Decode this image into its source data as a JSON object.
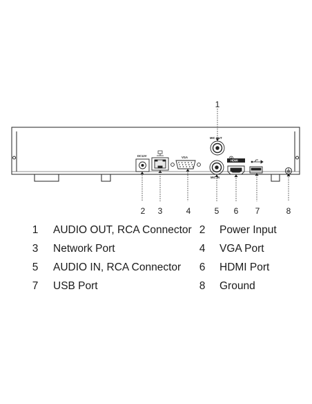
{
  "callouts": [
    "1",
    "2",
    "3",
    "4",
    "5",
    "6",
    "7",
    "8"
  ],
  "panel_labels": {
    "dc": "DC12V",
    "vga": "VGA",
    "mic_out": "MIC OUT",
    "mic_in": "MIC IN",
    "hdmi": "HDMI"
  },
  "legend": [
    {
      "num": "1",
      "text": "AUDIO OUT, RCA Connector"
    },
    {
      "num": "2",
      "text": "Power Input"
    },
    {
      "num": "3",
      "text": "Network Port"
    },
    {
      "num": "4",
      "text": "VGA Port"
    },
    {
      "num": "5",
      "text": "AUDIO IN, RCA Connector"
    },
    {
      "num": "6",
      "text": "HDMI Port"
    },
    {
      "num": "7",
      "text": "USB Port"
    },
    {
      "num": "8",
      "text": "Ground"
    }
  ]
}
